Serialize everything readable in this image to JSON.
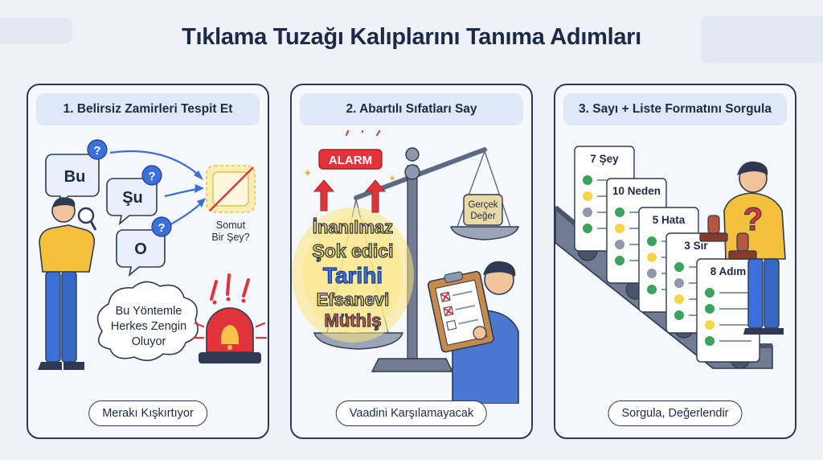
{
  "title": "Tıklama Tuzağı Kalıplarını Tanıma Adımları",
  "steps": [
    {
      "heading": "1. Belirsiz Zamirleri Tespit Et",
      "pronouns": [
        "Bu",
        "Şu",
        "O"
      ],
      "question_mark": "?",
      "concrete_label_line1": "Somut",
      "concrete_label_line2": "Bir Şey?",
      "claim_line1": "Bu Yöntemle",
      "claim_line2": "Herkes Zengin",
      "claim_line3": "Oluyor",
      "footer": "Merakı Kışkırtıyor"
    },
    {
      "heading": "2. Abartılı Sıfatları Say",
      "alarm_label": "ALARM",
      "real_value_line1": "Gerçek",
      "real_value_line2": "Değer",
      "adjectives": [
        "İnanılmaz",
        "Şok edici",
        "Tarihi",
        "Efsanevi",
        "Müthiş"
      ],
      "footer": "Vaadini Karşılamayacak"
    },
    {
      "heading": "3. Sayı + Liste Formatını Sorgula",
      "lists": [
        "7 Şey",
        "10 Neden",
        "5 Hata",
        "3 Sır",
        "8 Adım"
      ],
      "question_mark": "?",
      "footer": "Sorgula, Değerlendir"
    }
  ],
  "colors": {
    "accent_blue": "#3b6fd9",
    "alarm_red": "#e0343a",
    "hype_yellow": "#f7d54a",
    "shirt_yellow": "#f5c13c",
    "shirt_blue": "#4a78d1",
    "check_green": "#3aa45c"
  }
}
